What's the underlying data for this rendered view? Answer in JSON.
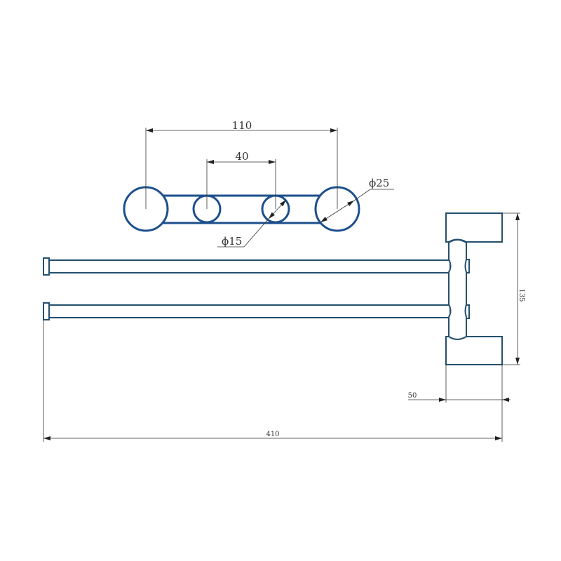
{
  "colors": {
    "top_view": "#1d4f8c",
    "side_view": "#24506e",
    "dimension": "#333333"
  },
  "top_view": {
    "dim_overall": "110",
    "dim_center": "40",
    "dim_large_diameter": "ϕ25",
    "dim_small_diameter": "ϕ15"
  },
  "side_view": {
    "dim_height": "135",
    "dim_depth": "50",
    "dim_length": "410"
  }
}
